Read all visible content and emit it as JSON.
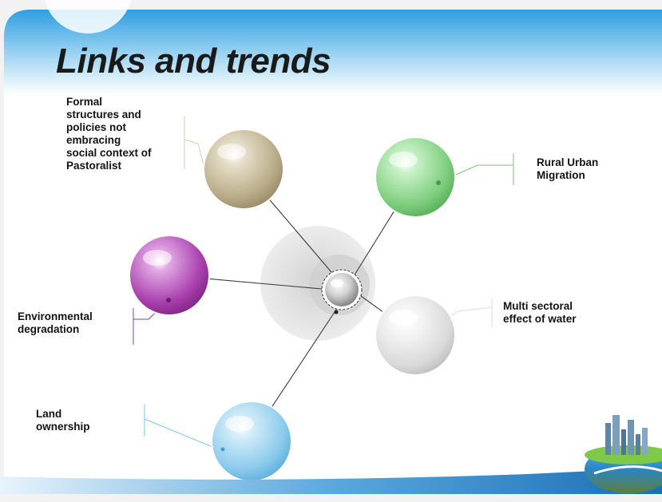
{
  "slide": {
    "title": "Links and trends"
  },
  "diagram": {
    "hub": "",
    "nodes": [
      {
        "id": "formal",
        "label": "Formal\nstructures and\npolicies not\nembracing\nsocial context of\nPastoralist",
        "color": "#c8bd9c"
      },
      {
        "id": "rural",
        "label": "Rural Urban\nMigration",
        "color": "#8fd88f"
      },
      {
        "id": "env",
        "label": "Environmental\ndegradation",
        "color": "#b24fb6"
      },
      {
        "id": "multi",
        "label": "Multi sectoral\neffect of water",
        "color": "#e2e2e2"
      },
      {
        "id": "land",
        "label": "Land\nownership",
        "color": "#9fd3ee"
      }
    ]
  },
  "colors": {
    "header_blue": "#2a9be0",
    "footer_blue": "#1d7fc4",
    "connector": "#3a3a3a"
  }
}
